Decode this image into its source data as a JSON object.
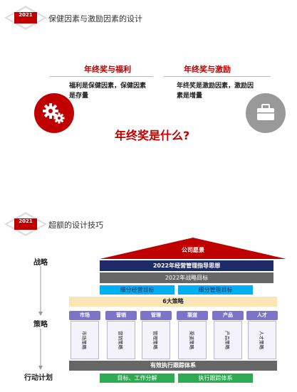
{
  "section1": {
    "year": "2021",
    "title": "保健因素与激励因素的设计",
    "left": {
      "heading": "年终奖与福利",
      "text": "福利是保健因素，保健因素是存量",
      "icon": "gears-icon"
    },
    "right": {
      "heading": "年终奖与激励",
      "text": "年终奖是激励因素，激励因素是增量",
      "icon": "briefcase-icon"
    },
    "question": "年终奖是什么?"
  },
  "section2": {
    "year": "2021",
    "title": "超额的设计技巧",
    "levels": [
      "战略",
      "策略",
      "行动计划"
    ],
    "roof": "公司愿景",
    "guideline": "2022年经营管理指导思想",
    "strategy_goal": "2022年战略目标",
    "sub_goals": [
      "细分经营目标",
      "细分管理目标"
    ],
    "six_strategies": "6大策略",
    "pillars": [
      {
        "head": "市场",
        "body": "市场策略"
      },
      {
        "head": "营销",
        "body": "营销策略"
      },
      {
        "head": "管理",
        "body": "管理策略"
      },
      {
        "head": "渠道",
        "body": "渠道策略"
      },
      {
        "head": "产品",
        "body": "产品策略"
      },
      {
        "head": "人才",
        "body": "人才策略"
      }
    ],
    "tracking": "有效执行跟踪体系",
    "bottom": [
      "目标、工作分解",
      "执行跟踪体系"
    ]
  },
  "colors": {
    "accent": "#c00000",
    "navy": "#1f2b66",
    "gray": "#666666",
    "light_blue": "#00b0f0",
    "purple": "#7b74c9",
    "cream": "#fbe5b6",
    "green": "#2eaa52"
  }
}
